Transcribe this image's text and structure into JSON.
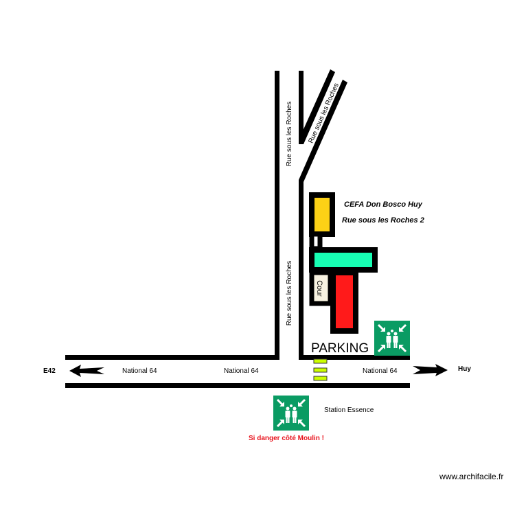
{
  "streets": {
    "left_vertical_top": "Rue sous les Roches",
    "left_vertical_bottom": "Rue sous les Roches",
    "diagonal": "Rue sous les Roches"
  },
  "school": {
    "name": "CEFA Don Bosco Huy",
    "address": "Rue sous les Roches 2",
    "courtyard": "Cour"
  },
  "parking_label": "PARKING",
  "road": {
    "left_destination": "E42",
    "right_destination": "Huy",
    "name_1": "National 64",
    "name_2": "National 64",
    "name_3": "National 64"
  },
  "station_label": "Station Essence",
  "warning_text": "Si danger côté Moulin !",
  "watermark": "www.archifacile.fr",
  "colors": {
    "yellow_block": "#fcd116",
    "teal_block": "#17ffb4",
    "red_block": "#ff1a1a",
    "courtyard": "#f8f3e1",
    "sign_green": "#0a9b63",
    "crosswalk": "#ccff00",
    "warning": "#e8141e"
  },
  "icons": {
    "assembly_point": "assembly-point-icon",
    "arrow_left": "arrow-left-icon",
    "arrow_right": "arrow-right-icon"
  }
}
